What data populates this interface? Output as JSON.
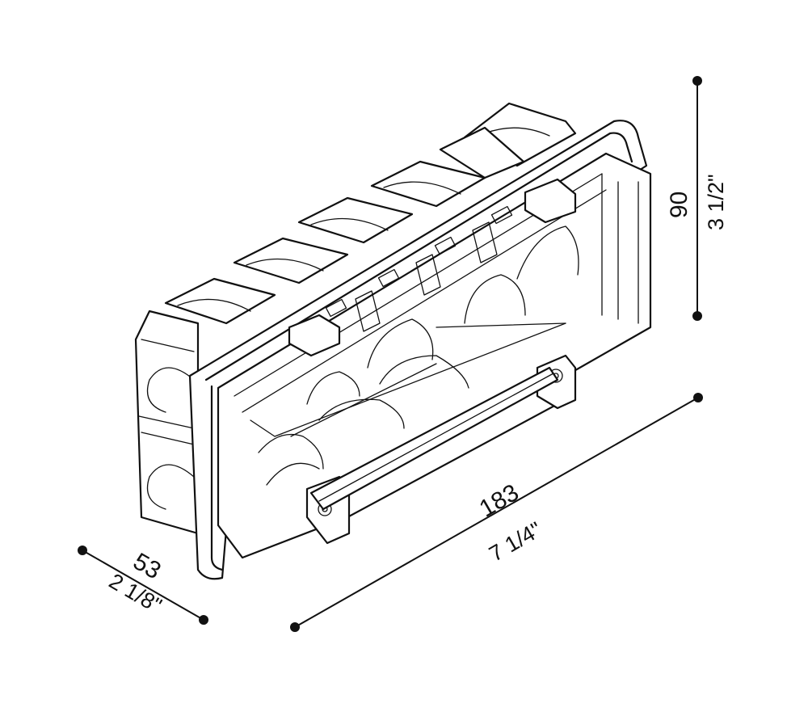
{
  "dimensions": {
    "width": {
      "metric": "183",
      "imperial": "7 1/4\""
    },
    "height": {
      "metric": "90",
      "imperial": "3 1/2\""
    },
    "depth": {
      "metric": "53",
      "imperial": "2 1/8\""
    }
  }
}
